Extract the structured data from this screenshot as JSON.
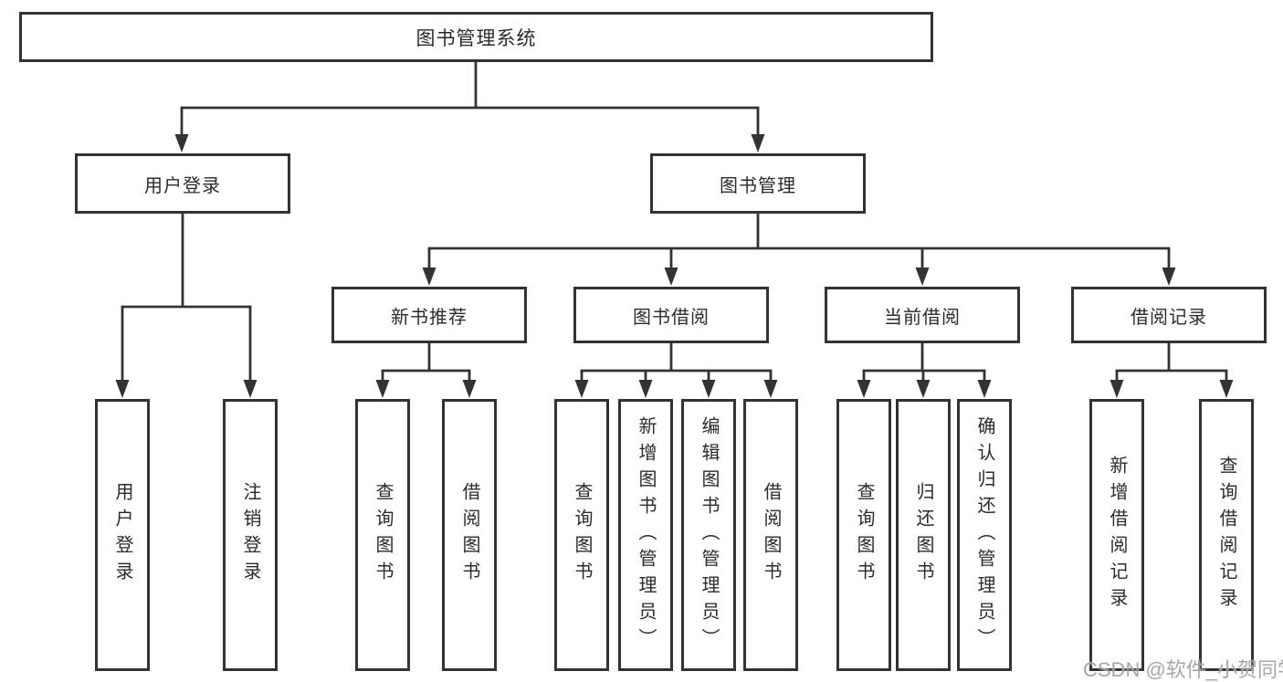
{
  "diagram": {
    "root": {
      "label": "图书管理系统"
    },
    "branches": [
      {
        "label": "用户登录",
        "children": [
          {
            "label": "用户登录"
          },
          {
            "label": "注销登录"
          }
        ]
      },
      {
        "label": "图书管理",
        "children": [
          {
            "label": "新书推荐",
            "children": [
              {
                "label": "查询图书"
              },
              {
                "label": "借阅图书"
              }
            ]
          },
          {
            "label": "图书借阅",
            "children": [
              {
                "label": "查询图书"
              },
              {
                "label": "新增图书（管理员）"
              },
              {
                "label": "编辑图书（管理员）"
              },
              {
                "label": "借阅图书"
              }
            ]
          },
          {
            "label": "当前借阅",
            "children": [
              {
                "label": "查询图书"
              },
              {
                "label": "归还图书"
              },
              {
                "label": "确认归还（管理员）"
              }
            ]
          },
          {
            "label": "借阅记录",
            "children": [
              {
                "label": "新增借阅记录"
              },
              {
                "label": "查询借阅记录"
              }
            ]
          }
        ]
      }
    ]
  },
  "colors": {
    "box_border": "#333333",
    "connector_line": "#333333",
    "text": "#2b2b2b",
    "watermark": "#969696"
  },
  "watermark": {
    "text": "CSDN @软件_小贺同学"
  }
}
